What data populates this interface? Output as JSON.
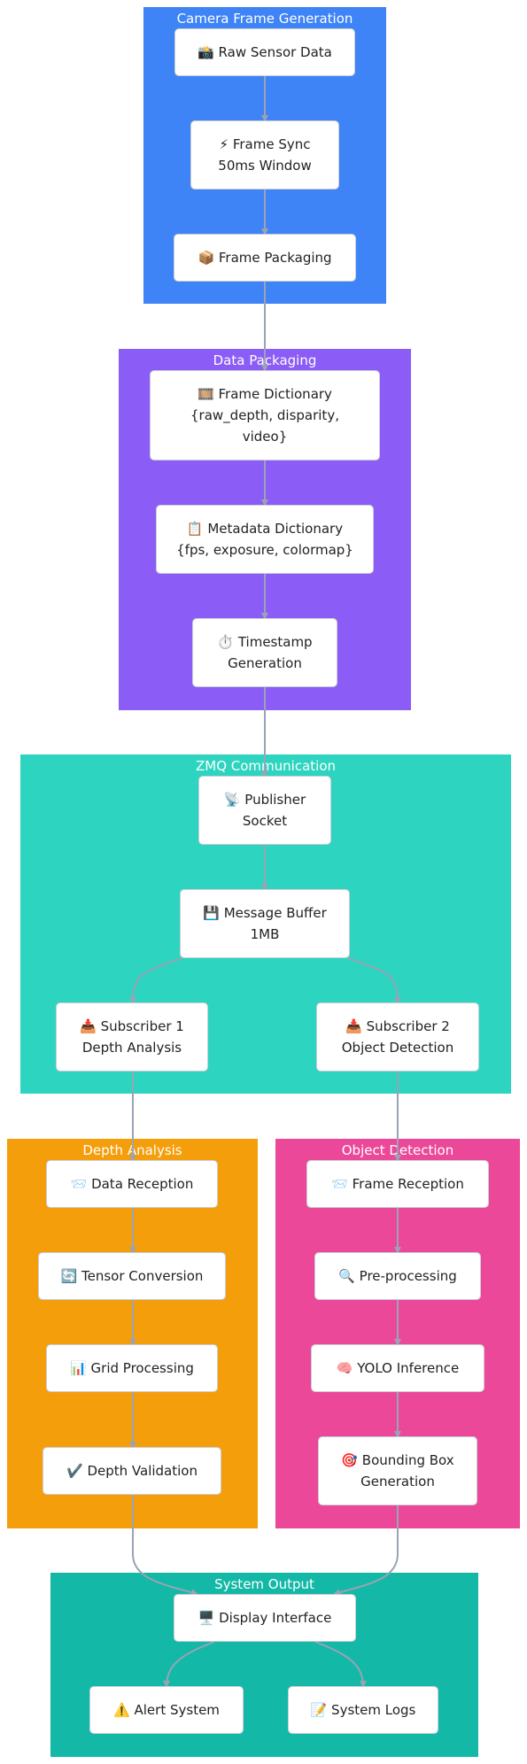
{
  "colors": {
    "camera": "#3e84f6",
    "packaging": "#8b5cf6",
    "zmq": "#2dd4bf",
    "depth": "#f59e0b",
    "object": "#ec4899",
    "output": "#14b8a6",
    "edge": "#9aa3b5"
  },
  "clusters": {
    "camera": "Camera Frame Generation",
    "packaging": "Data Packaging",
    "zmq": "ZMQ Communication",
    "depth": "Depth Analysis",
    "object": "Object Detection",
    "output": "System Output"
  },
  "nodes": {
    "raw_sensor": [
      "📸 Raw Sensor Data"
    ],
    "frame_sync": [
      "⚡ Frame Sync",
      "50ms Window"
    ],
    "frame_packaging": [
      "📦 Frame Packaging"
    ],
    "frame_dict": [
      "🎞️ Frame Dictionary",
      "{raw_depth, disparity,",
      "video}"
    ],
    "metadata_dict": [
      "📋 Metadata Dictionary",
      "{fps, exposure, colormap}"
    ],
    "timestamp": [
      "⏱️ Timestamp",
      "Generation"
    ],
    "publisher": [
      "📡 Publisher",
      "Socket"
    ],
    "message_buffer": [
      "💾 Message Buffer",
      "1MB"
    ],
    "subscriber1": [
      "📥 Subscriber 1",
      "Depth Analysis"
    ],
    "subscriber2": [
      "📥 Subscriber 2",
      "Object Detection"
    ],
    "data_reception": [
      "📨 Data Reception"
    ],
    "tensor_conversion": [
      "🔄 Tensor Conversion"
    ],
    "grid_processing": [
      "📊 Grid Processing"
    ],
    "depth_validation": [
      "✔️ Depth Validation"
    ],
    "frame_reception": [
      "📨 Frame Reception"
    ],
    "preprocessing": [
      "🔍 Pre-processing"
    ],
    "yolo": [
      "🧠 YOLO Inference"
    ],
    "bounding_box": [
      "🎯 Bounding Box",
      "Generation"
    ],
    "display": [
      "🖥️ Display Interface"
    ],
    "alert": [
      "⚠️ Alert System"
    ],
    "logs": [
      "📝 System Logs"
    ]
  }
}
